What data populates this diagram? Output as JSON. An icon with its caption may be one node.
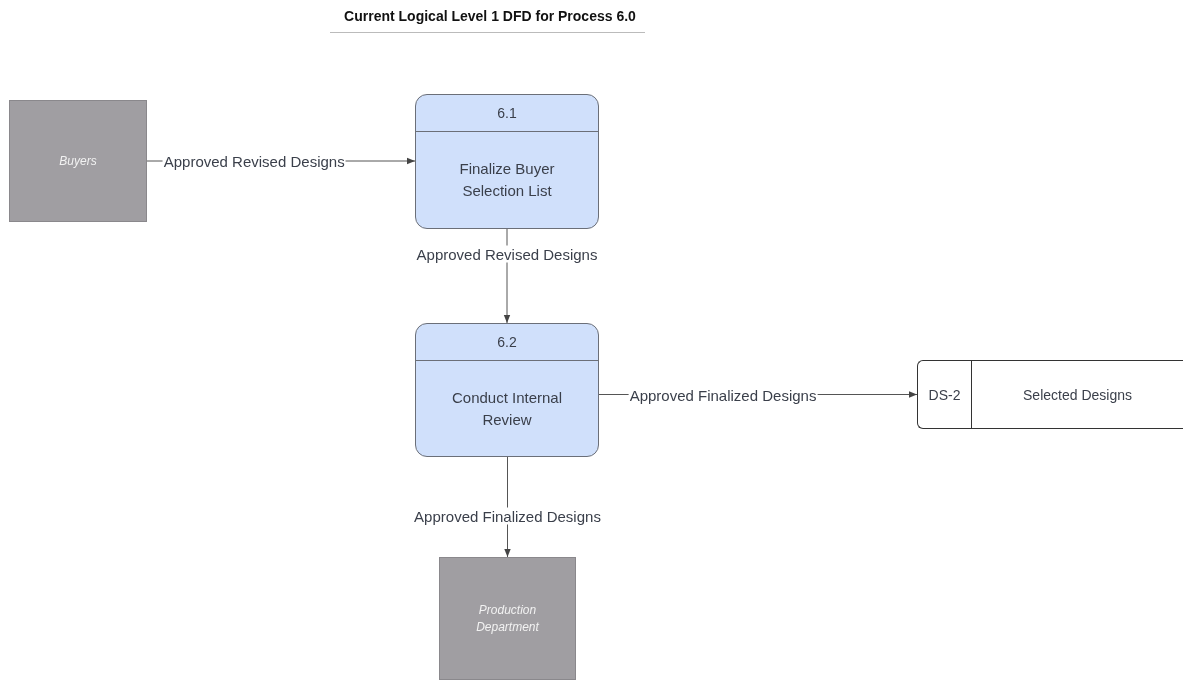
{
  "diagram": {
    "title": "Current Logical Level 1 DFD for Process 6.0",
    "nodes": [
      {
        "text": [
          "Buyers"
        ]
      },
      {
        "text": [
          "6.1",
          "Finalize Buyer Selection List"
        ]
      },
      {
        "text": [
          "6.2",
          "Conduct Internal Review"
        ]
      },
      {
        "text": [
          "DS-2",
          "Selected Designs"
        ]
      },
      {
        "text": [
          "Production Department"
        ]
      }
    ],
    "edges": [
      {
        "from": 0,
        "to": 1,
        "arrow": "to",
        "label": "Approved Revised Designs"
      },
      {
        "from": 1,
        "to": 2,
        "arrow": "to",
        "label": "Approved Revised Designs"
      },
      {
        "from": 2,
        "to": 3,
        "arrow": "to",
        "label": "Approved Finalized Designs"
      },
      {
        "from": 2,
        "to": 4,
        "arrow": "to",
        "label": "Approved Finalized Designs"
      }
    ]
  }
}
